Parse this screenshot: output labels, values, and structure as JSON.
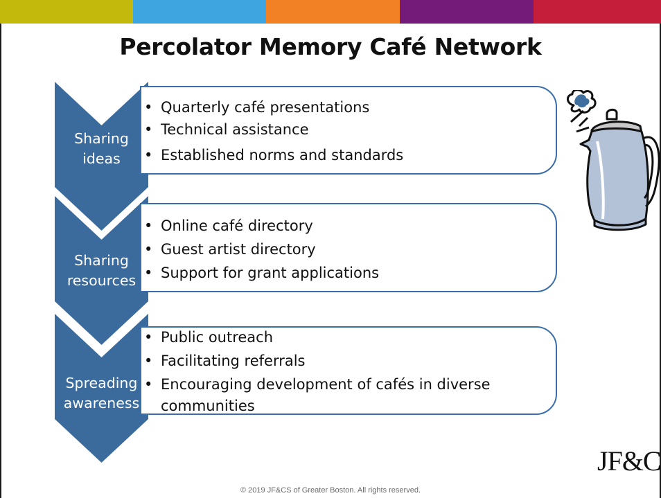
{
  "slide": {
    "title": "Percolator Memory Café Network",
    "color_band": [
      "#c3b80c",
      "#3fa5e0",
      "#f28024",
      "#741b7a",
      "#c41e3a"
    ],
    "sections": [
      {
        "label_lines": [
          "Sharing",
          "ideas"
        ],
        "bullets": [
          "Quarterly café presentations",
          "Technical assistance",
          "Established norms and standards"
        ]
      },
      {
        "label_lines": [
          "Sharing",
          "resources"
        ],
        "bullets": [
          "Online café directory",
          "Guest artist directory",
          "Support for grant applications"
        ]
      },
      {
        "label_lines": [
          "Spreading",
          "awareness"
        ],
        "bullets": [
          "Public outreach",
          "Facilitating referrals",
          "Encouraging development of cafés in diverse",
          "communities"
        ]
      }
    ],
    "bullet_symbol": "•",
    "footer": "© 2019 JF&CS of Greater Boston. All rights reserved.",
    "logo_text": "JF&CS",
    "chevron_color": "#3b6b9c",
    "panel_border_color": "#3a6ea8"
  }
}
